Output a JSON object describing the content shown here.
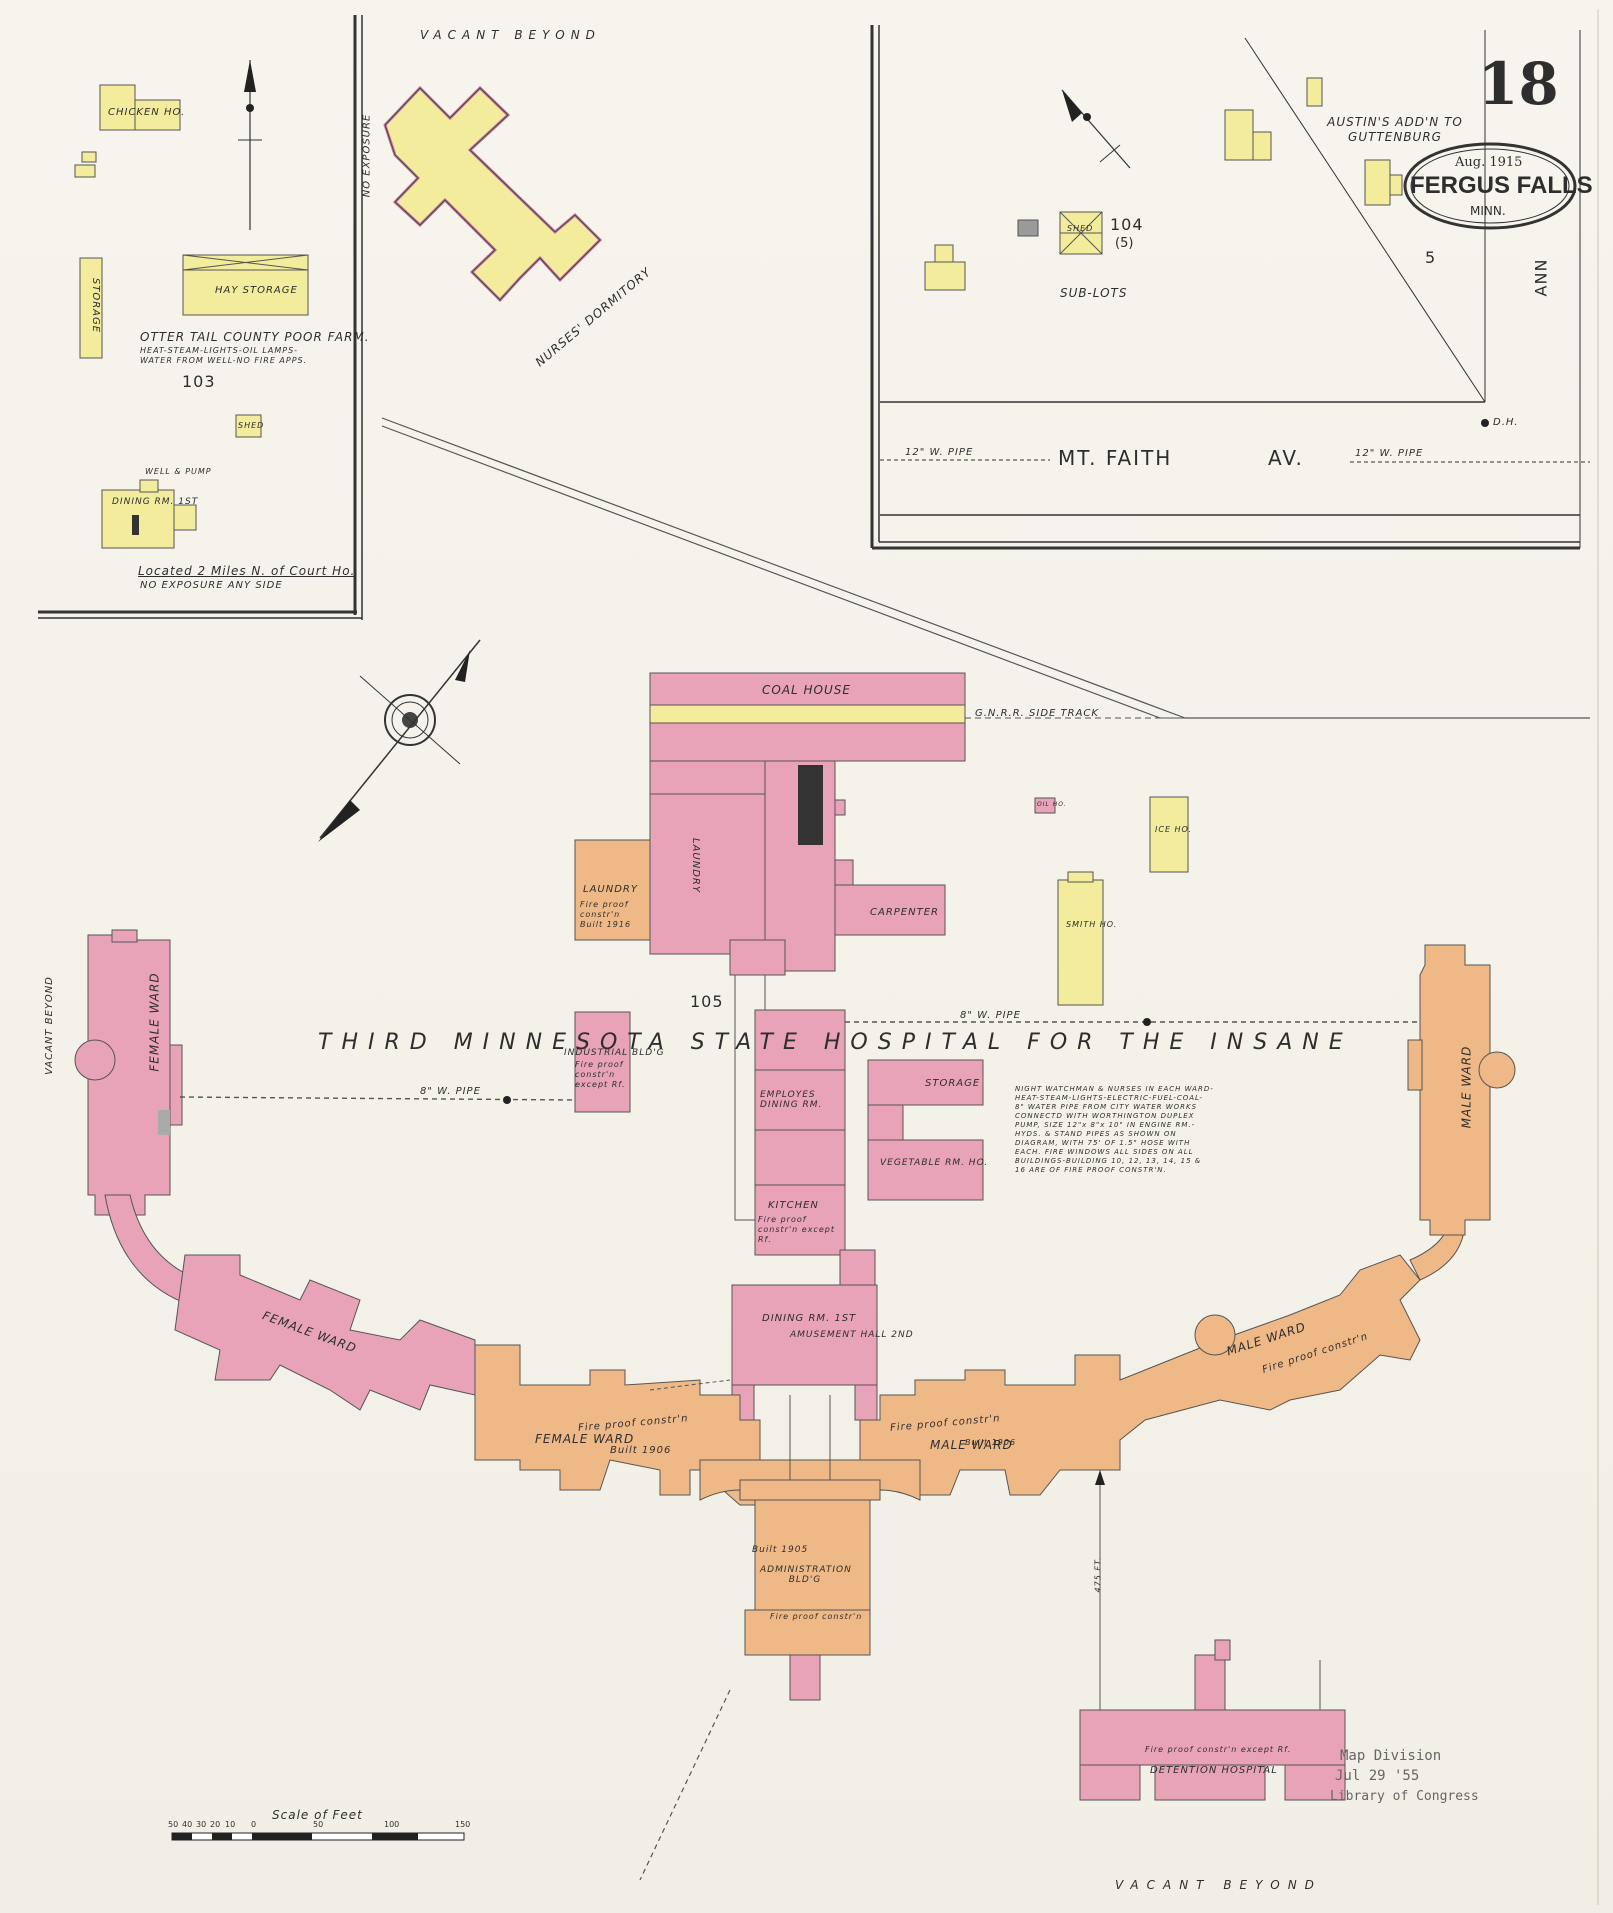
{
  "sheet": {
    "number": "18",
    "date": "Aug. 1915",
    "city": "FERGUS FALLS",
    "state": "MINN."
  },
  "colors": {
    "brick": "#e9a3b8",
    "fireproof": "#efb987",
    "frame": "#f2ec9c",
    "ink": "#333333",
    "paper": "#f4f2ea"
  },
  "inset_poor_farm": {
    "title": "OTTER TAIL COUNTY POOR FARM.",
    "note": "HEAT-STEAM-LIGHTS-OIL LAMPS- WATER FROM WELL-NO FIRE APPS.",
    "block": "103",
    "location": "Located 2 Miles N. of Court Ho.",
    "exposure": "NO EXPOSURE ANY SIDE",
    "buildings": [
      "CHICKEN HO.",
      "HAY STORAGE",
      "STORAGE",
      "SHED",
      "DINING RM. 1ST",
      "WELL & PUMP"
    ]
  },
  "nurses": {
    "label": "NURSES' DORMITORY",
    "vacant": "VACANT BEYOND",
    "exposure": "NO EXPOSURE"
  },
  "inset_subdivision": {
    "block": "104",
    "sublot": "(5)",
    "sublots_label": "SUB-LOTS",
    "addition": "AUSTIN'S ADD'N TO GUTTENBURG",
    "lot": "5",
    "street_vertical": "ANN",
    "street_main": "MT. FAITH",
    "street_suffix": "AV.",
    "pipe": "12\" W. PIPE",
    "dh": "D.H.",
    "shed": "SHED"
  },
  "hospital": {
    "name": "THIRD MINNESOTA STATE HOSPITAL FOR THE INSANE",
    "block": "105",
    "coal_house": "COAL HOUSE",
    "laundry": "LAUNDRY",
    "laundry_note": "Fire proof constr'n Built 1916",
    "laundry_vertical": "LAUNDRY",
    "carpenter": "CARPENTER",
    "industrial": "INDUSTRIAL BLD'G",
    "industrial_note": "Fire proof constr'n except Rf.",
    "storage": "STORAGE",
    "vegetable": "VEGETABLE RM. HO.",
    "smith": "SMITH HO.",
    "ice_house": "ICE HO.",
    "oil_house": "OIL HO.",
    "employes": "EMPLOYES DINING RM.",
    "kitchen": "KITCHEN",
    "kitchen_note": "Fire proof constr'n except Rf.",
    "dining": "DINING RM. 1ST",
    "amusement": "AMUSEMENT HALL 2ND",
    "female_ward": "FEMALE WARD",
    "male_ward": "MALE WARD",
    "fireproof": "Fire proof constr'n",
    "built_1906": "Built 1906",
    "built_1905": "Built 1905",
    "administration": "ADMINISTRATION BLD'G",
    "detention": "DETENTION HOSPITAL",
    "detention_note": "Fire proof constr'n except Rf.",
    "pipe_8": "8\" W. PIPE",
    "gnrr": "G.N.R.R. SIDE TRACK",
    "vacant_left": "VACANT BEYOND",
    "vacant_bottom": "VACANT BEYOND",
    "distance": "475 FT.",
    "note": "NIGHT WATCHMAN & NURSES IN EACH WARD- HEAT-STEAM-LIGHTS-ELECTRIC-FUEL-COAL- 8\" WATER PIPE FROM CITY WATER WORKS CONNECTD WITH WORTHINGTON DUPLEX PUMP, SIZE 12\"x 8\"x 10\" IN ENGINE RM.-HYDS. & STAND PIPES AS SHOWN ON DIAGRAM, WITH 75' OF 1.5\" HOSE WITH EACH. FIRE WINDOWS ALL SIDES ON ALL BUILDINGS-BUILDING 10, 12, 13, 14, 15 & 16 ARE OF FIRE PROOF CONSTR'N."
  },
  "scale": {
    "label": "Scale of Feet",
    "ticks": [
      "50",
      "40",
      "30",
      "20",
      "10",
      "0",
      "50",
      "100",
      "150"
    ]
  },
  "stamp": {
    "line1": "Map Division",
    "line2": "Jul 29 '55",
    "line3": "Library of Congress"
  }
}
